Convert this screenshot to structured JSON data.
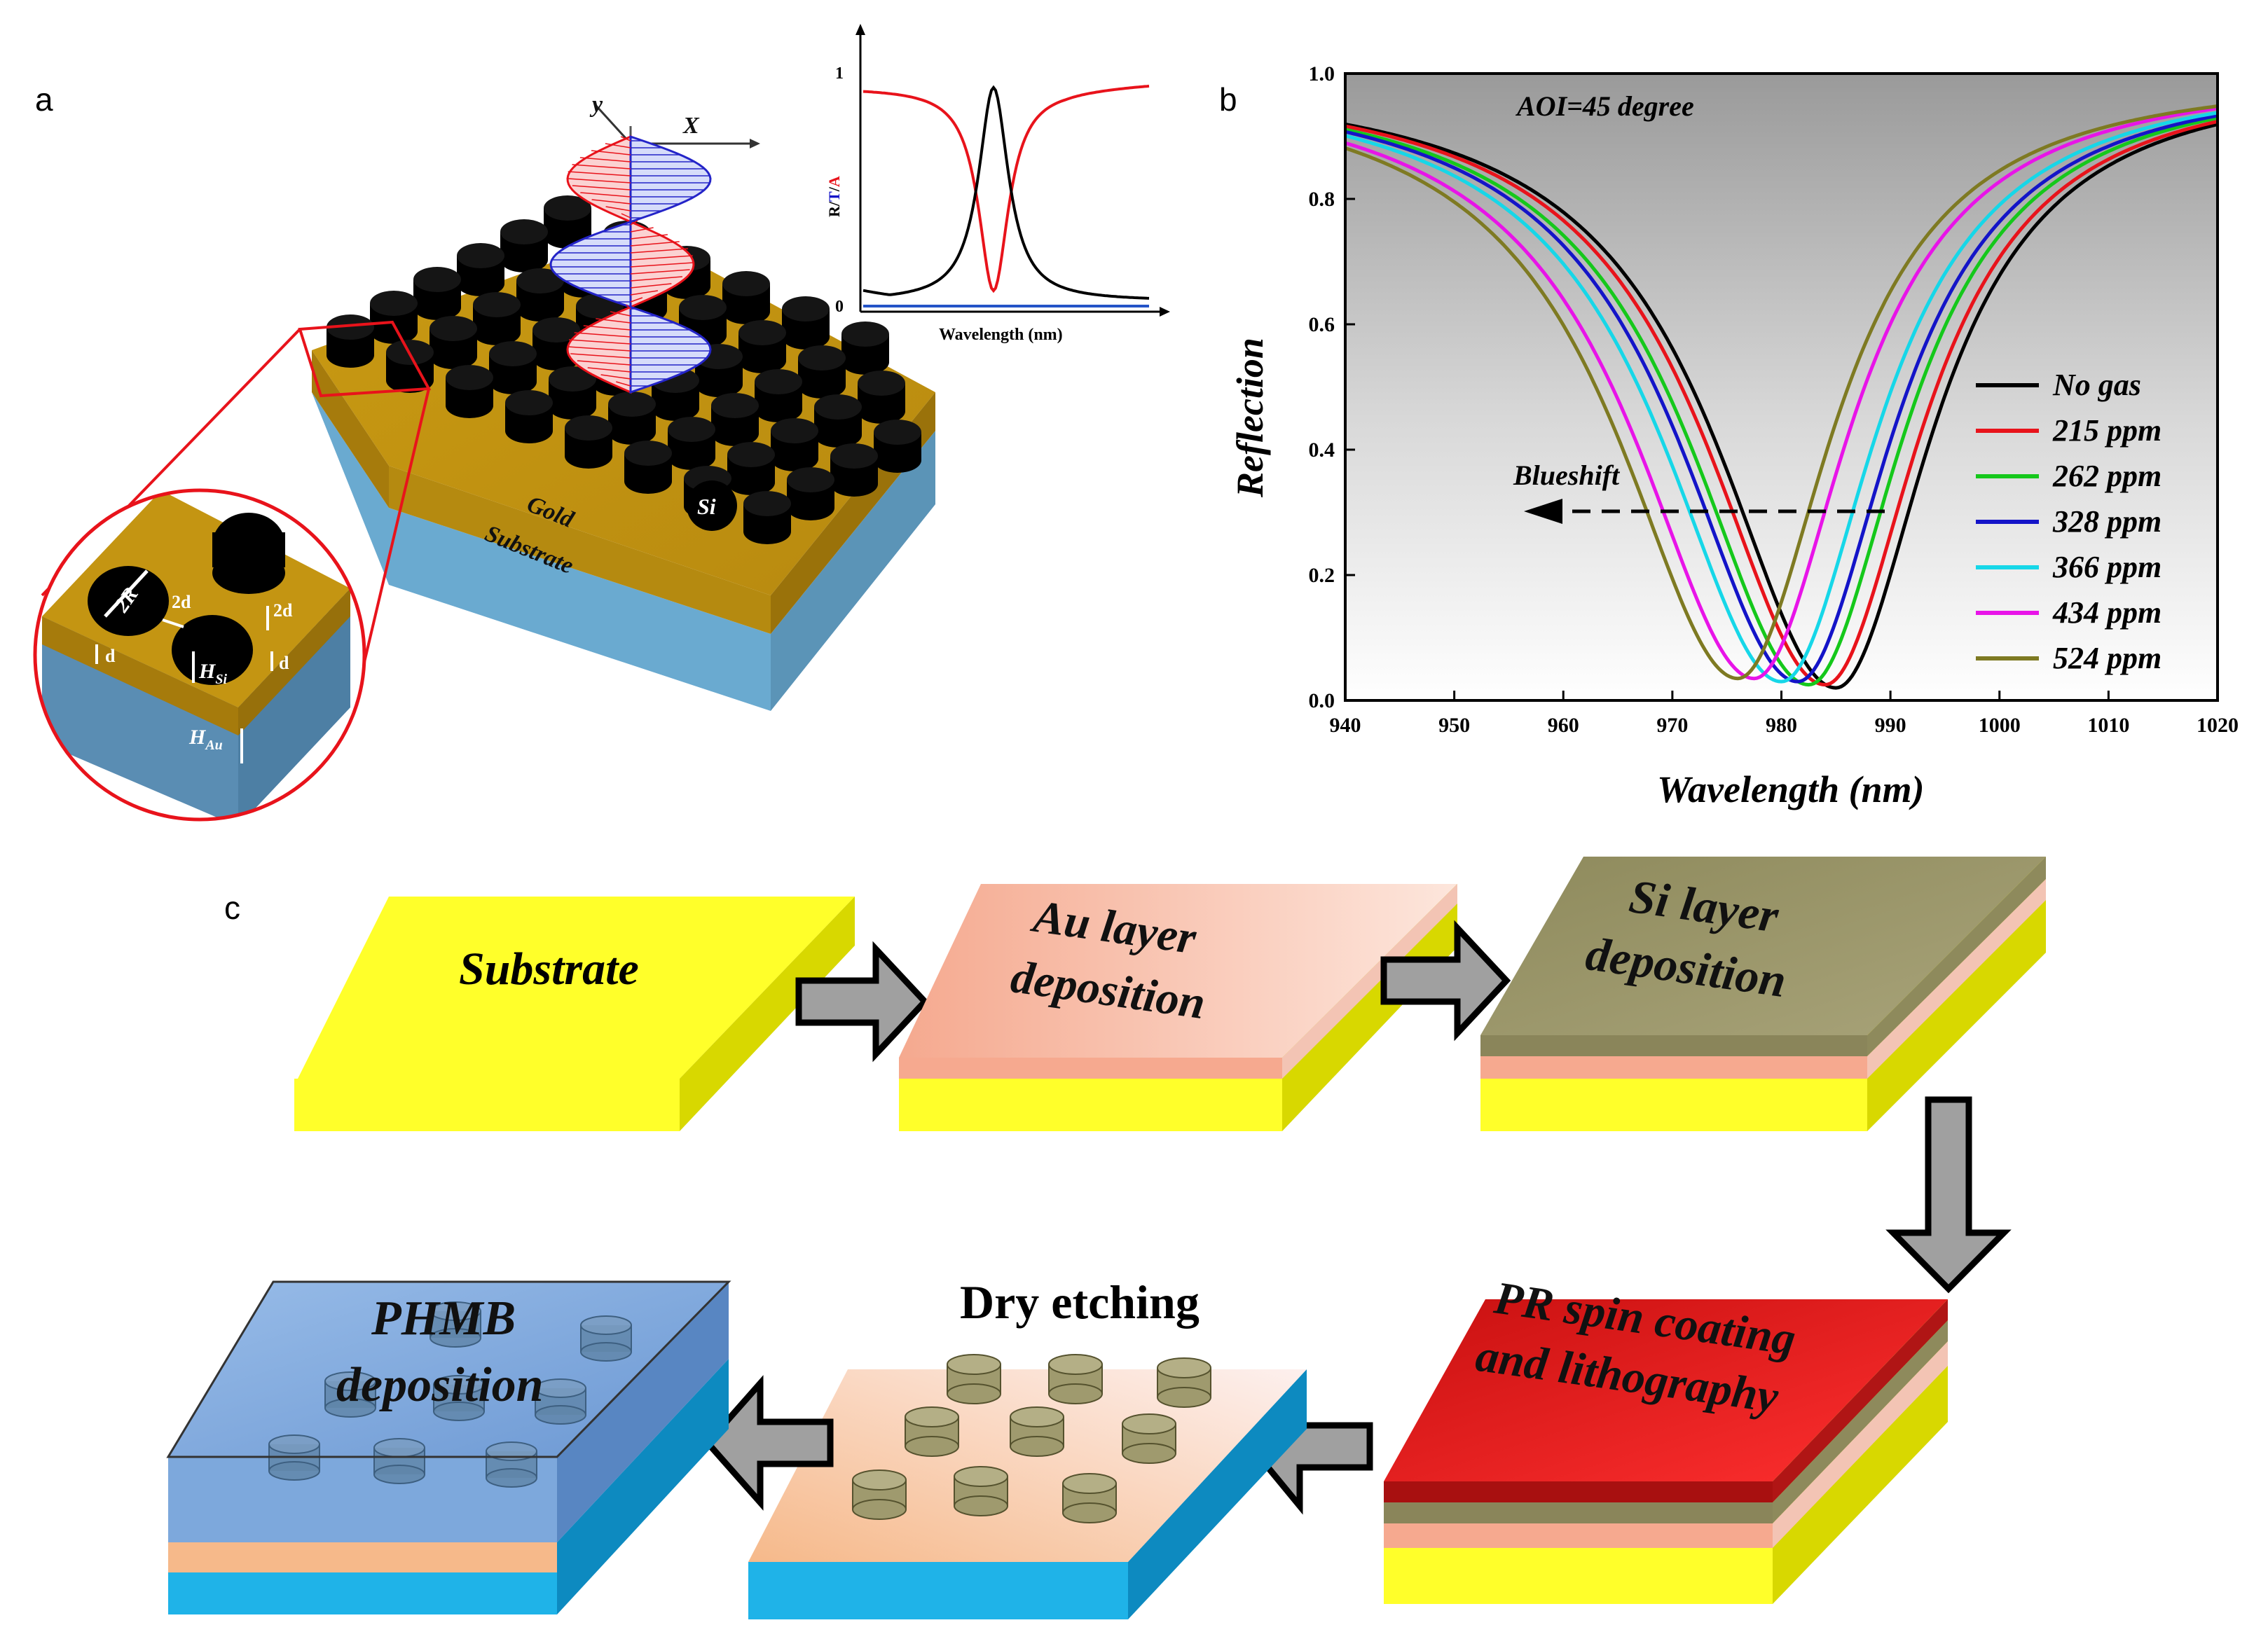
{
  "panels": {
    "a": "a",
    "b": "b",
    "c": "c"
  },
  "panel_a": {
    "axis_y": "y",
    "axis_x": "X",
    "label_gold": "Gold",
    "label_substrate": "Substrate",
    "label_si": "Si",
    "label_2R": "2R",
    "label_2d_a": "2d",
    "label_2d_b": "2d",
    "label_d_a": "d",
    "label_d_b": "d",
    "label_HSi": "H",
    "label_HSi_sub": "Si",
    "label_HAu": "H",
    "label_HAu_sub": "Au",
    "inset": {
      "ylabel_R": "R",
      "ylabel_T": "T",
      "ylabel_A": "A",
      "ylabel_sep": "/",
      "tick_1": "1",
      "tick_0": "0",
      "xlabel": "Wavelength (nm)"
    }
  },
  "chart_data": {
    "type": "line",
    "annotation": "AOI=45 degree",
    "arrow_label": "Blueshift",
    "xlabel": "Wavelength (nm)",
    "ylabel": "Reflection",
    "xlim": [
      940,
      1020
    ],
    "ylim": [
      0.0,
      1.0
    ],
    "x_ticks": [
      "940",
      "950",
      "960",
      "970",
      "980",
      "990",
      "1000",
      "1010",
      "1020"
    ],
    "y_ticks": [
      "0.0",
      "0.2",
      "0.4",
      "0.6",
      "0.8",
      "1.0"
    ],
    "legend_position": "right",
    "background": "gray gradient",
    "series": [
      {
        "name": "No gas",
        "color": "#000000",
        "dip_x": 985.0,
        "dip_y": 0.02
      },
      {
        "name": "215 ppm",
        "color": "#e8131b",
        "dip_x": 984.0,
        "dip_y": 0.025
      },
      {
        "name": "262 ppm",
        "color": "#15c81b",
        "dip_x": 982.5,
        "dip_y": 0.025
      },
      {
        "name": "328 ppm",
        "color": "#1414c8",
        "dip_x": 981.5,
        "dip_y": 0.03
      },
      {
        "name": "366 ppm",
        "color": "#16d7e8",
        "dip_x": 980.0,
        "dip_y": 0.03
      },
      {
        "name": "434 ppm",
        "color": "#e814e8",
        "dip_x": 977.5,
        "dip_y": 0.035
      },
      {
        "name": "524 ppm",
        "color": "#7e7a22",
        "dip_x": 976.0,
        "dip_y": 0.035
      }
    ]
  },
  "panel_c": {
    "step1": "Substrate",
    "step2_line1": "Au layer",
    "step2_line2": "deposition",
    "step3_line1": "Si layer",
    "step3_line2": "deposition",
    "step4_line1": "PR spin coating",
    "step4_line2": "and lithography",
    "step5": "Dry etching",
    "step6_line1": "PHMB",
    "step6_line2": "deposition",
    "colors": {
      "substrate": "#ffff2a",
      "au": "#f6b9a4",
      "si": "#9f9a6e",
      "pr": "#ff2a2a",
      "blue_substrate": "#1fb3e8",
      "phmb": "#6f9fd8"
    }
  }
}
